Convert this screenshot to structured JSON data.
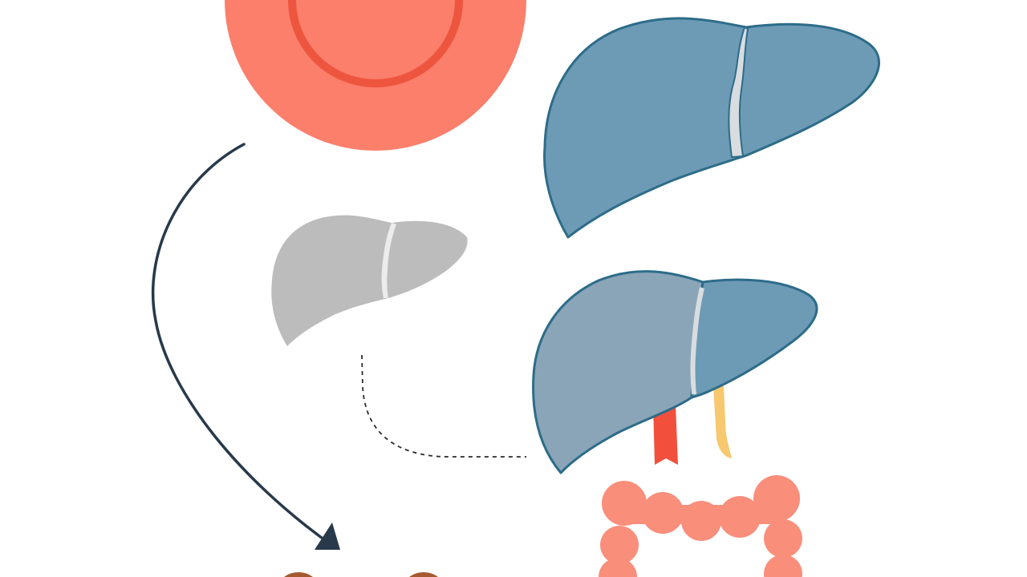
{
  "diagram": {
    "nodes": [
      {
        "id": "red-blood-cell",
        "icon": "red-blood-cell-icon"
      },
      {
        "id": "liver-large",
        "icon": "liver-icon"
      },
      {
        "id": "liver-small-grey",
        "icon": "liver-icon"
      },
      {
        "id": "liver-with-vessels",
        "icon": "liver-icon"
      },
      {
        "id": "colon",
        "icon": "colon-icon"
      },
      {
        "id": "kidneys",
        "icon": "kidney-icon"
      }
    ],
    "edges": [
      {
        "from": "red-blood-cell",
        "to": "kidneys",
        "style": "solid-arrow"
      },
      {
        "from": "liver-small-grey",
        "to": "liver-with-vessels",
        "style": "dashed"
      }
    ],
    "colors": {
      "cell_fill": "#fb7f6b",
      "cell_ring": "#ee553e",
      "liver_blue": "#6d9bb6",
      "liver_blue_alt": "#8aa5b8",
      "liver_outline": "#2d6c89",
      "liver_grey": "#bcbcbc",
      "liver_gap": "#d9dde0",
      "artery_red": "#f2503c",
      "bile_duct_yellow": "#f7c86e",
      "colon_pink": "#f98e7b",
      "kidney_brown": "#a45a2e",
      "arrow_dark": "#27394a"
    }
  }
}
